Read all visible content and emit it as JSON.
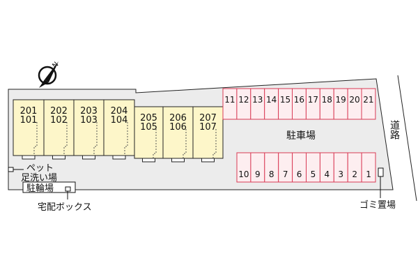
{
  "compass": {
    "letter": "N"
  },
  "units": [
    {
      "upper": "201",
      "lower": "101"
    },
    {
      "upper": "202",
      "lower": "102"
    },
    {
      "upper": "203",
      "lower": "103"
    },
    {
      "upper": "204",
      "lower": "104"
    },
    {
      "upper": "205",
      "lower": "105"
    },
    {
      "upper": "206",
      "lower": "106"
    },
    {
      "upper": "207",
      "lower": "107"
    }
  ],
  "parking": {
    "label": "駐車場",
    "top_row": [
      "11",
      "12",
      "13",
      "14",
      "15",
      "16",
      "17",
      "18",
      "19",
      "20",
      "21"
    ],
    "bottom_row": [
      "10",
      "9",
      "8",
      "7",
      "6",
      "5",
      "4",
      "3",
      "2",
      "1"
    ]
  },
  "labels": {
    "road": "道路",
    "pet_wash_line1": "ペット",
    "pet_wash_line2": "足洗い場",
    "bicycle_parking": "駐輪場",
    "delivery_box": "宅配ボックス",
    "garbage": "ゴミ置場"
  },
  "colors": {
    "site": "#ececec",
    "building": "#fdf6c9",
    "parking_fill": "#fdeef0",
    "parking_stroke": "#d93a55"
  }
}
